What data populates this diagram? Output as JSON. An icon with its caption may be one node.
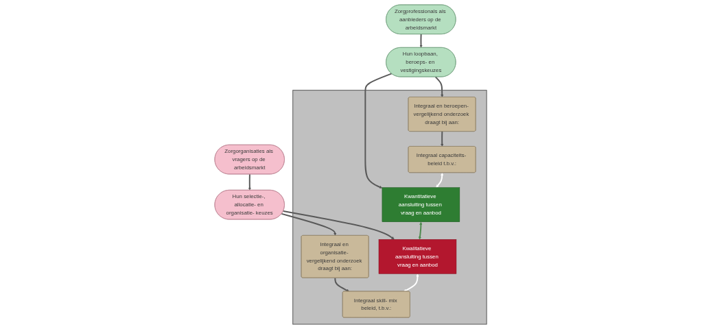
{
  "diagram": {
    "nodes": [
      {
        "text": [
          "Zorgprofessionals als aanbieders op de arbeidsmarkt"
        ]
      },
      {
        "text": [
          "Zorgorganisaties als vragers op de arbeidsmarkt"
        ]
      },
      {
        "text": [
          "Hun loopbaan, beroeps- en vestigingskeuzes"
        ]
      },
      {
        "text": [
          "Hun selectie-, allocatie- en organisatie- keuzes"
        ]
      },
      {
        "text": [],
        "shape": "box"
      },
      {
        "text": [
          "Integraal en beroepen- vergelijkend onderzoek draagt bij aan:"
        ],
        "in": 4
      },
      {
        "text": [
          "Integraal en organisatie- vergelijkend onderzoek draagt bij aan:"
        ],
        "in": 4
      },
      {
        "text": [
          "Integraal capaciteits- beleid t.b.v.:"
        ],
        "in": 4
      },
      {
        "text": [
          "Kwantitatieve aansluiting tussen vraag en aanbod"
        ],
        "in": 4
      },
      {
        "text": [
          "Kwalitatieve aansluiting tussen vraag en aanbod"
        ],
        "in": 4
      },
      {
        "text": [
          "Integraal skill- mix beleid, t.b.v.:"
        ],
        "in": 4
      }
    ],
    "edges": [
      {
        "from": 0,
        "to": 2,
        "arrow": "to"
      },
      {
        "from": 1,
        "to": 3,
        "arrow": "to"
      },
      {
        "from": 2,
        "to": 5,
        "arrow": "to"
      },
      {
        "from": 3,
        "to": 6,
        "arrow": "to"
      },
      {
        "from": 2,
        "to": 8,
        "arrow": "to"
      },
      {
        "from": 3,
        "to": 9,
        "arrow": "to"
      },
      {
        "from": 5,
        "to": 7,
        "arrow": "to"
      },
      {
        "from": 6,
        "to": 10,
        "arrow": "to"
      },
      {
        "from": 7,
        "to": 8,
        "arrow": "both",
        "color": "#ffffff"
      },
      {
        "from": 8,
        "to": 9,
        "arrow": "both",
        "color": "#4f8a4f"
      },
      {
        "from": 9,
        "to": 10,
        "arrow": "both",
        "color": "#ffffff"
      }
    ]
  }
}
